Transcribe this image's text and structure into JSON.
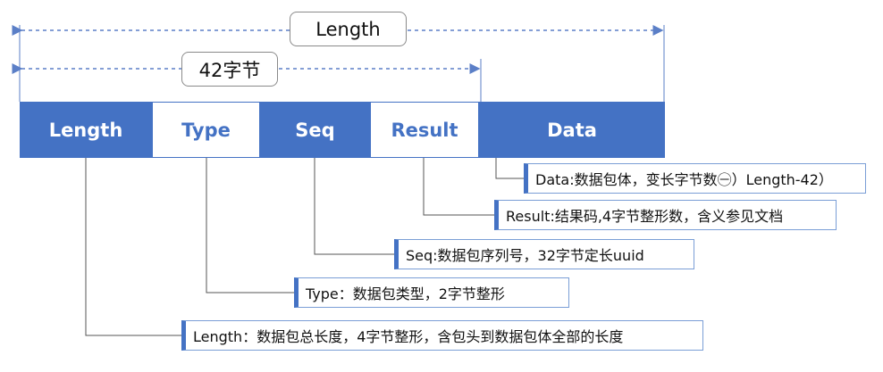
{
  "top_label": "Length",
  "sub_label": "42字节",
  "fields": [
    {
      "label": "Length"
    },
    {
      "label": "Type"
    },
    {
      "label": "Seq"
    },
    {
      "label": "Result"
    },
    {
      "label": "Data"
    }
  ],
  "callouts": {
    "data": "Data:数据包体，变长字节数㊀）Length-42）",
    "result": "Result:结果码,4字节整形数，含义参见文档",
    "seq": "Seq:数据包序列号，32字节定长uuid",
    "type": "Type：数据包类型，2字节整形",
    "length": "Length：数据包总长度，4字节整形，含包头到数据包体全部的长度"
  },
  "colors": {
    "primary": "#4472c4",
    "connector": "#555555",
    "dashed": "#5b7fc7"
  }
}
